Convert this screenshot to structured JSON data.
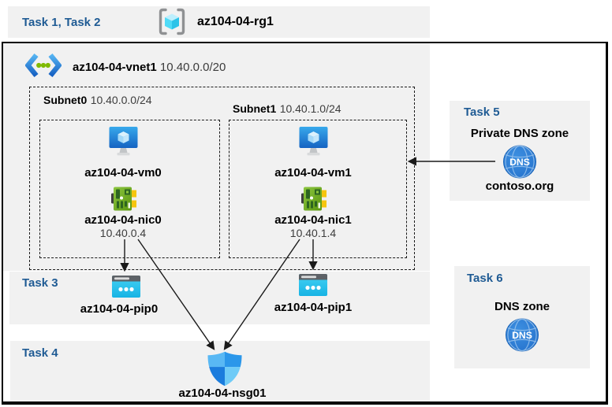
{
  "top_band": {
    "task_label": "Task 1, Task 2",
    "resource_group": "az104-04-rg1"
  },
  "vnet": {
    "name": "az104-04-vnet1",
    "cidr": "10.40.0.0/20"
  },
  "subnets": [
    {
      "name": "Subnet0",
      "cidr": "10.40.0.0/24",
      "vm": "az104-04-vm0",
      "nic": "az104-04-nic0",
      "ip": "10.40.0.4"
    },
    {
      "name": "Subnet1",
      "cidr": "10.40.1.0/24",
      "vm": "az104-04-vm1",
      "nic": "az104-04-nic1",
      "ip": "10.40.1.4"
    }
  ],
  "task3": {
    "label": "Task 3",
    "pip0": "az104-04-pip0",
    "pip1": "az104-04-pip1"
  },
  "task4": {
    "label": "Task 4",
    "nsg": "az104-04-nsg01"
  },
  "task5": {
    "label": "Task 5",
    "title": "Private DNS zone",
    "zone": "contoso.org",
    "icon_text": "DNS"
  },
  "task6": {
    "label": "Task 6",
    "title": "DNS zone",
    "icon_text": "DNS"
  },
  "icons": {
    "resource_group": "gray-brackets-cyan-cube",
    "vnet": "blue-chevrons-green-dots",
    "vm": "blue-monitor-cube",
    "nic": "green-network-card",
    "public_ip": "cyan-browser-dots",
    "nsg": "quartered-blue-shield",
    "dns": "blue-globe-dns"
  },
  "colors": {
    "task_blue": "#1f5b94",
    "panel_gray": "#f1f1f1",
    "border_black": "#000000",
    "arrow": "#1a1a1a",
    "vm_blue": "#1d74d0",
    "nic_green": "#6fae28",
    "pip_cyan": "#2fc9f0",
    "shield_blue": "#2b97ea",
    "dns_blue": "#2e7fd6",
    "vnet_dot_green": "#7fba00"
  }
}
